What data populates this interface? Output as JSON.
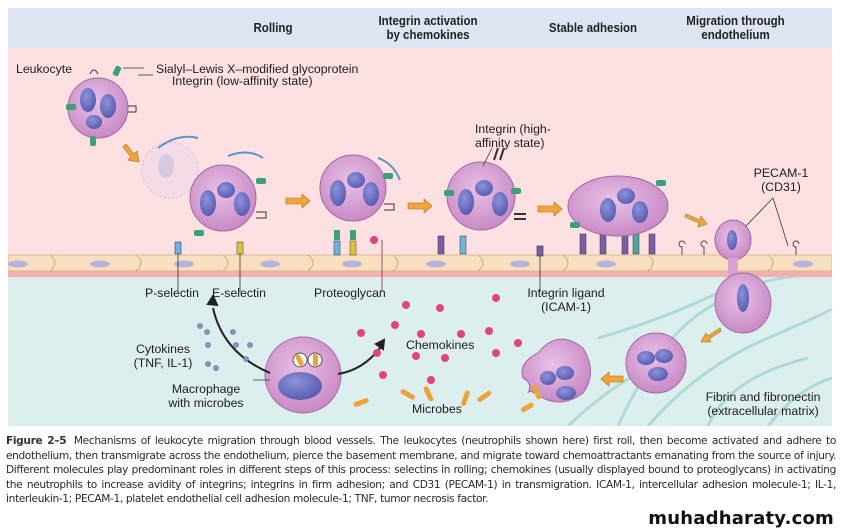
{
  "figure": {
    "stage_headers": [
      {
        "id": "rolling",
        "text": "Rolling"
      },
      {
        "id": "integrin-activation",
        "line1": "Integrin activation",
        "line2": "by chemokines"
      },
      {
        "id": "stable-adhesion",
        "text": "Stable adhesion"
      },
      {
        "id": "migration",
        "line1": "Migration through",
        "line2": "endothelium"
      }
    ],
    "labels": {
      "leukocyte": "Leukocyte",
      "sialyl_lewis": "Sialyl–Lewis X–modified glycoprotein",
      "integrin_low": "Integrin (low-affinity state)",
      "integrin_high_1": "Integrin (high-",
      "integrin_high_2": "affinity state)",
      "pecam_1": "PECAM-1",
      "pecam_2": "(CD31)",
      "p_selectin": "P-selectin",
      "e_selectin": "E-selectin",
      "proteoglycan": "Proteoglycan",
      "integrin_ligand_1": "Integrin ligand",
      "integrin_ligand_2": "(ICAM-1)",
      "cytokines_1": "Cytokines",
      "cytokines_2": "(TNF, IL-1)",
      "chemokines": "Chemokines",
      "macrophage_1": "Macrophage",
      "macrophage_2": "with microbes",
      "microbes": "Microbes",
      "fibrin_1": "Fibrin and fibronectin",
      "fibrin_2": "(extracellular matrix)"
    },
    "colors": {
      "header_bg": "#dde4f2",
      "vessel_lumen": "#fde1e2",
      "tissue": "#dcefee",
      "endothelium": "#f8dfbf",
      "cell_body": "#d9a3d6",
      "nucleus": "#6f74c4",
      "arrow_orange": "#f2a53a",
      "rolling_arrow_blue": "#5b93c9",
      "chemokine_pink": "#e0457f",
      "cytokine_blue": "#7f9cc0",
      "microbe_orange": "#eea23c",
      "glycoprotein_green": "#3aa27a"
    }
  },
  "caption": {
    "figure_number": "Figure 2–5",
    "text": "Mechanisms of leukocyte migration through blood vessels. The leukocytes (neutrophils shown here) first roll, then become activated and adhere to endothelium, then transmigrate across the endothelium, pierce the basement membrane, and migrate toward chemoattractants emanating from the source of injury. Different molecules play predominant roles in different steps of this process: selectins in rolling; chemokines (usually displayed bound to proteoglycans) in activating the neutrophils to increase avidity of integrins; integrins in firm adhesion; and CD31 (PECAM-1) in transmigration. ICAM-1, intercellular adhesion molecule-1; IL-1, interleukin-1; PECAM-1, platelet endothelial cell adhesion molecule-1; TNF, tumor necrosis factor."
  },
  "watermark": "muhadharaty.com"
}
